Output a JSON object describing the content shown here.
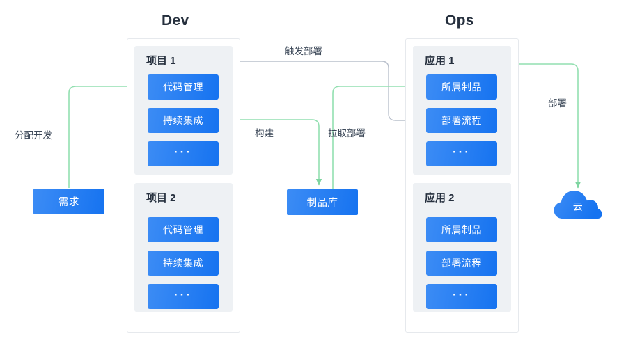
{
  "diagram": {
    "title_dev": "Dev",
    "title_ops": "Ops",
    "colors": {
      "node_blue_start": "#3c8cf5",
      "node_blue_end": "#1673f0",
      "green_edge": "#92dfb0",
      "gray_edge": "#b9c0cc",
      "panel_gray": "#eef1f4",
      "text_dark": "#26303e",
      "outer_border": "#e6e9ed",
      "background": "#ffffff"
    }
  },
  "dev": {
    "groups": [
      {
        "label": "项目 1",
        "nodes": [
          "代码管理",
          "持续集成",
          "···"
        ]
      },
      {
        "label": "项目 2",
        "nodes": [
          "代码管理",
          "持续集成",
          "···"
        ]
      }
    ]
  },
  "ops": {
    "groups": [
      {
        "label": "应用 1",
        "nodes": [
          "所属制品",
          "部署流程",
          "···"
        ]
      },
      {
        "label": "应用 2",
        "nodes": [
          "所属制品",
          "部署流程",
          "···"
        ]
      }
    ]
  },
  "standalone": {
    "requirement": "需求",
    "artifact_repo": "制品库",
    "cloud": "云"
  },
  "edge_labels": {
    "assign_dev": "分配开发",
    "trigger_deploy": "触发部署",
    "build": "构建",
    "pull_deploy": "拉取部署",
    "deploy": "部署"
  }
}
